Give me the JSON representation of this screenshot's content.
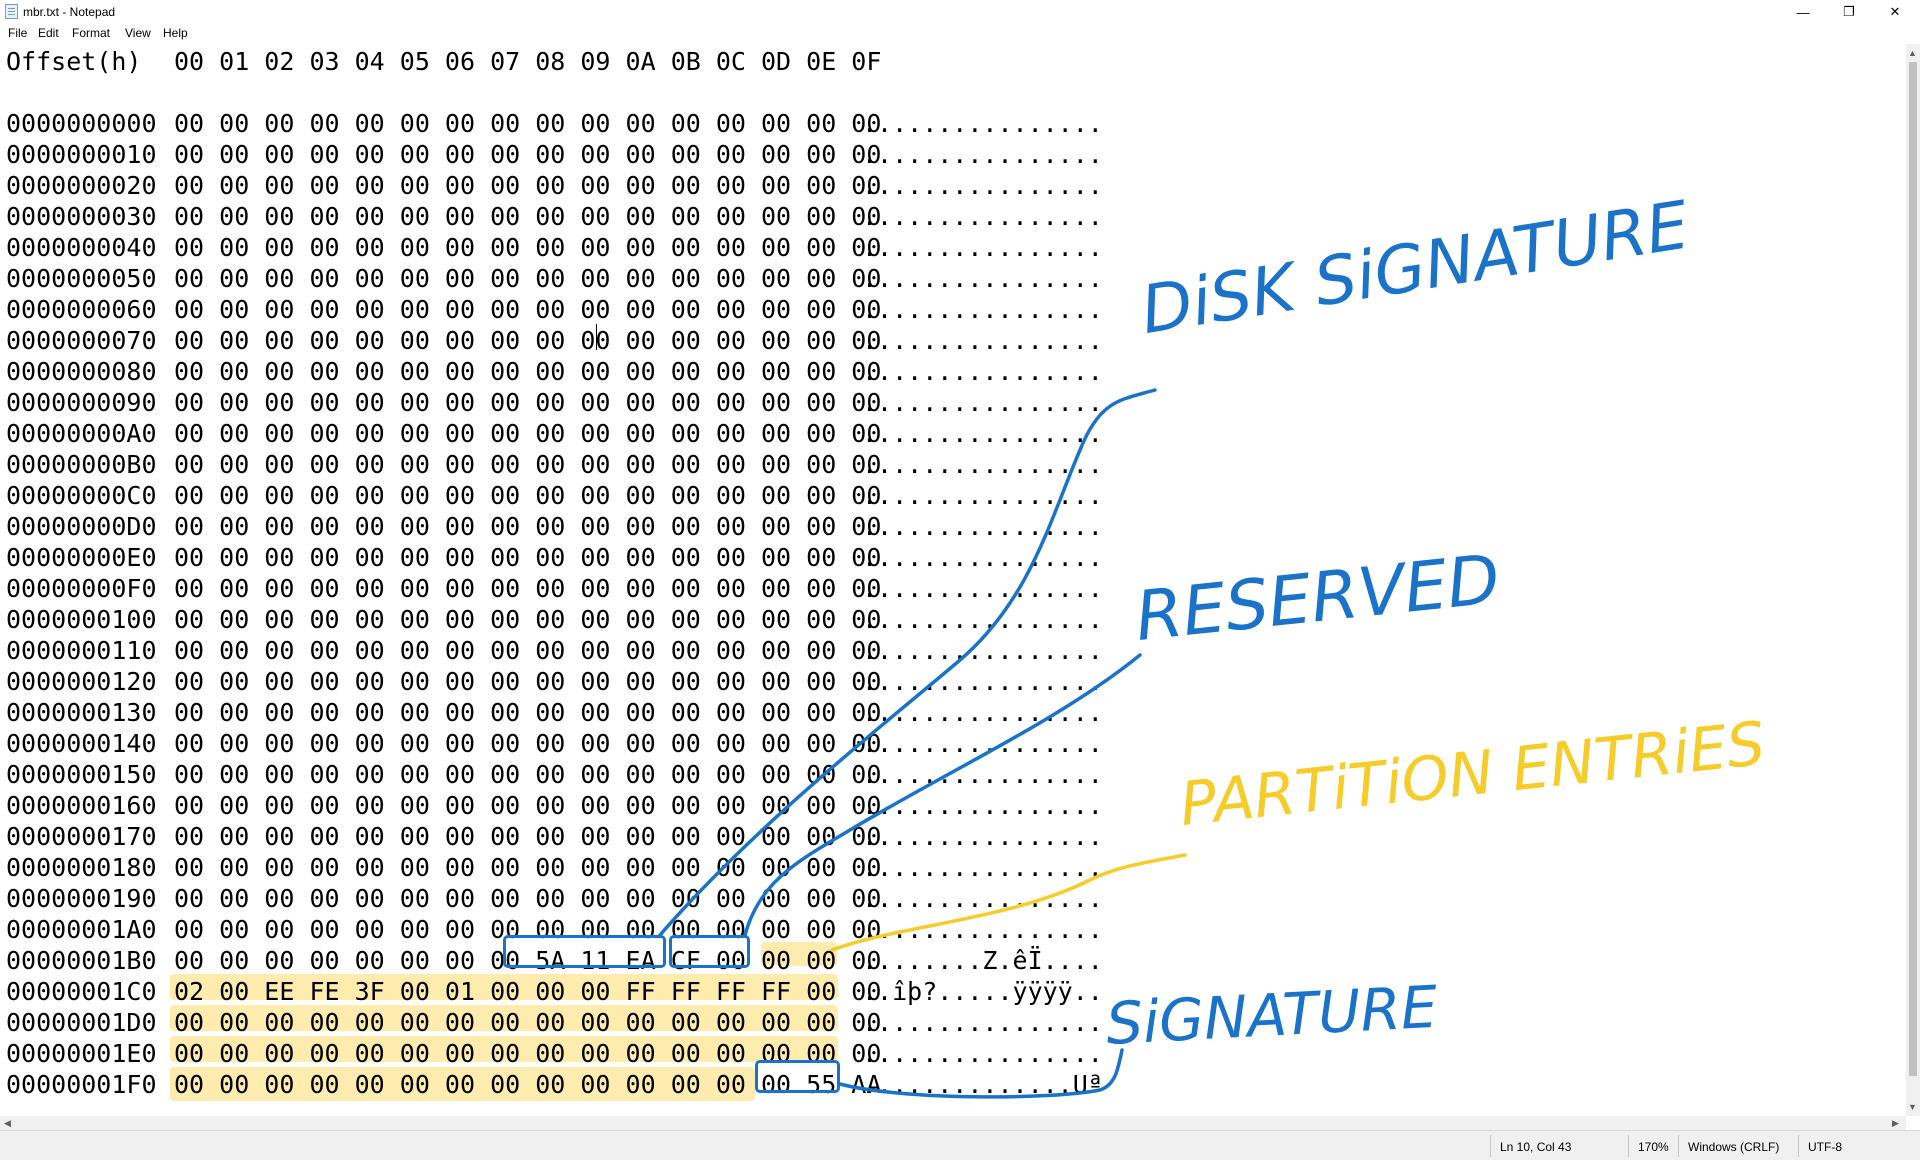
{
  "window": {
    "title": "mbr.txt - Notepad"
  },
  "menu": [
    "File",
    "Edit",
    "Format",
    "View",
    "Help"
  ],
  "header": {
    "offset_label": "Offset(h)",
    "columns": [
      "00",
      "01",
      "02",
      "03",
      "04",
      "05",
      "06",
      "07",
      "08",
      "09",
      "0A",
      "0B",
      "0C",
      "0D",
      "0E",
      "0F"
    ]
  },
  "rows": [
    {
      "offset": "0000000000",
      "bytes": "00 00 00 00 00 00 00 00 00 00 00 00 00 00 00 00",
      "ascii": "................"
    },
    {
      "offset": "0000000010",
      "bytes": "00 00 00 00 00 00 00 00 00 00 00 00 00 00 00 00",
      "ascii": "................"
    },
    {
      "offset": "0000000020",
      "bytes": "00 00 00 00 00 00 00 00 00 00 00 00 00 00 00 00",
      "ascii": "................"
    },
    {
      "offset": "0000000030",
      "bytes": "00 00 00 00 00 00 00 00 00 00 00 00 00 00 00 00",
      "ascii": "................"
    },
    {
      "offset": "0000000040",
      "bytes": "00 00 00 00 00 00 00 00 00 00 00 00 00 00 00 00",
      "ascii": "................"
    },
    {
      "offset": "0000000050",
      "bytes": "00 00 00 00 00 00 00 00 00 00 00 00 00 00 00 00",
      "ascii": "................"
    },
    {
      "offset": "0000000060",
      "bytes": "00 00 00 00 00 00 00 00 00 00 00 00 00 00 00 00",
      "ascii": "................"
    },
    {
      "offset": "0000000070",
      "bytes": "00 00 00 00 00 00 00 00 00 00 00 00 00 00 00 00",
      "ascii": "................"
    },
    {
      "offset": "0000000080",
      "bytes": "00 00 00 00 00 00 00 00 00 00 00 00 00 00 00 00",
      "ascii": "................"
    },
    {
      "offset": "0000000090",
      "bytes": "00 00 00 00 00 00 00 00 00 00 00 00 00 00 00 00",
      "ascii": "................"
    },
    {
      "offset": "00000000A0",
      "bytes": "00 00 00 00 00 00 00 00 00 00 00 00 00 00 00 00",
      "ascii": "................"
    },
    {
      "offset": "00000000B0",
      "bytes": "00 00 00 00 00 00 00 00 00 00 00 00 00 00 00 00",
      "ascii": "................"
    },
    {
      "offset": "00000000C0",
      "bytes": "00 00 00 00 00 00 00 00 00 00 00 00 00 00 00 00",
      "ascii": "................"
    },
    {
      "offset": "00000000D0",
      "bytes": "00 00 00 00 00 00 00 00 00 00 00 00 00 00 00 00",
      "ascii": "................"
    },
    {
      "offset": "00000000E0",
      "bytes": "00 00 00 00 00 00 00 00 00 00 00 00 00 00 00 00",
      "ascii": "................"
    },
    {
      "offset": "00000000F0",
      "bytes": "00 00 00 00 00 00 00 00 00 00 00 00 00 00 00 00",
      "ascii": "................"
    },
    {
      "offset": "0000000100",
      "bytes": "00 00 00 00 00 00 00 00 00 00 00 00 00 00 00 00",
      "ascii": "................"
    },
    {
      "offset": "0000000110",
      "bytes": "00 00 00 00 00 00 00 00 00 00 00 00 00 00 00 00",
      "ascii": "................"
    },
    {
      "offset": "0000000120",
      "bytes": "00 00 00 00 00 00 00 00 00 00 00 00 00 00 00 00",
      "ascii": "................"
    },
    {
      "offset": "0000000130",
      "bytes": "00 00 00 00 00 00 00 00 00 00 00 00 00 00 00 00",
      "ascii": "................"
    },
    {
      "offset": "0000000140",
      "bytes": "00 00 00 00 00 00 00 00 00 00 00 00 00 00 00 00",
      "ascii": "................"
    },
    {
      "offset": "0000000150",
      "bytes": "00 00 00 00 00 00 00 00 00 00 00 00 00 00 00 00",
      "ascii": "................"
    },
    {
      "offset": "0000000160",
      "bytes": "00 00 00 00 00 00 00 00 00 00 00 00 00 00 00 00",
      "ascii": "................"
    },
    {
      "offset": "0000000170",
      "bytes": "00 00 00 00 00 00 00 00 00 00 00 00 00 00 00 00",
      "ascii": "................"
    },
    {
      "offset": "0000000180",
      "bytes": "00 00 00 00 00 00 00 00 00 00 00 00 00 00 00 00",
      "ascii": "................"
    },
    {
      "offset": "0000000190",
      "bytes": "00 00 00 00 00 00 00 00 00 00 00 00 00 00 00 00",
      "ascii": "................"
    },
    {
      "offset": "00000001A0",
      "bytes": "00 00 00 00 00 00 00 00 00 00 00 00 00 00 00 00",
      "ascii": "................"
    },
    {
      "offset": "00000001B0",
      "bytes": "00 00 00 00 00 00 00 00 5A 11 EA CF 00 00 00 00",
      "ascii": "........Z.êÏ...."
    },
    {
      "offset": "00000001C0",
      "bytes": "02 00 EE FE 3F 00 01 00 00 00 FF FF FF FF 00 00",
      "ascii": "..îþ?.....ÿÿÿÿ.."
    },
    {
      "offset": "00000001D0",
      "bytes": "00 00 00 00 00 00 00 00 00 00 00 00 00 00 00 00",
      "ascii": "................"
    },
    {
      "offset": "00000001E0",
      "bytes": "00 00 00 00 00 00 00 00 00 00 00 00 00 00 00 00",
      "ascii": "................"
    },
    {
      "offset": "00000001F0",
      "bytes": "00 00 00 00 00 00 00 00 00 00 00 00 00 00 55 AA",
      "ascii": "..............Uª"
    }
  ],
  "annotations": {
    "disk_signature": "DiSK SiGNATURE",
    "reserved": "RESERVED",
    "partition_entries": "PARTiTiON ENTRiES",
    "signature": "SiGNATURE",
    "blue_color": "#1a73c8",
    "yellow_color": "#f5cc2a"
  },
  "status": {
    "position": "Ln 10, Col 43",
    "zoom": "170%",
    "line_ending": "Windows (CRLF)",
    "encoding": "UTF-8"
  }
}
